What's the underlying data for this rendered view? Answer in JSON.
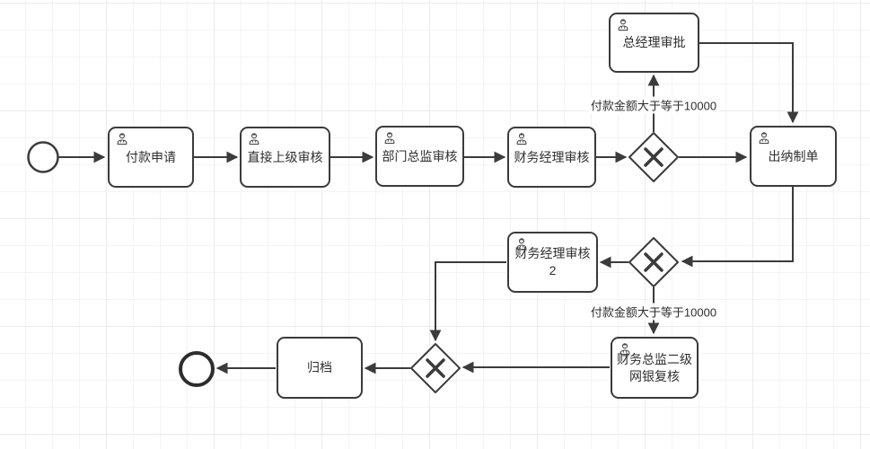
{
  "diagram": {
    "kind": "bpmn-payment-approval-flow",
    "colors": {
      "stroke": "#3b3b3b",
      "node_fill": "#ffffff",
      "text": "#2f2f2f",
      "grid_minor": "#f4f4f4",
      "grid_major": "#ececec",
      "background": "#ffffff"
    },
    "nodes": {
      "payment_request": {
        "label": "付款申请"
      },
      "direct_superior_review": {
        "label": "直接上级审核"
      },
      "department_director_review": {
        "label": "部门总监审核"
      },
      "finance_manager_review": {
        "label": "财务经理审核"
      },
      "general_manager_approval": {
        "label": "总经理审批"
      },
      "cashier_billing": {
        "label": "出纳制单"
      },
      "finance_manager_review_2": {
        "label": "财务经理审核\n2"
      },
      "finance_director_netbank_recheck": {
        "label": "财务总监二级\n网银复核"
      },
      "archive": {
        "label": "归档"
      }
    },
    "edge_labels": {
      "amount_ge_10000_upper": "付款金额大于等于10000",
      "amount_ge_10000_lower": "付款金额大于等于10000"
    },
    "icons": {
      "user_task": "user-task-icon"
    }
  }
}
